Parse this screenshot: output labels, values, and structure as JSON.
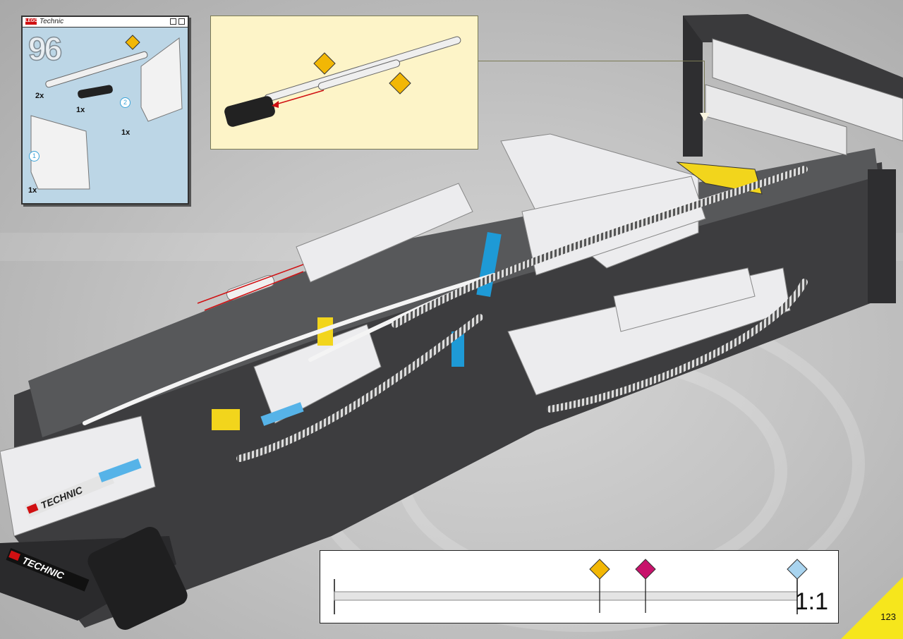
{
  "step_panel": {
    "window_title": "Technic",
    "logo": "LEGO",
    "step_number": "96",
    "parts": [
      {
        "qty": "2x",
        "icon": "axle-icon"
      },
      {
        "qty": "1x",
        "icon": "connector-icon"
      },
      {
        "qty": "1x",
        "icon": "panel-right-icon"
      },
      {
        "qty": "1x",
        "icon": "panel-left-icon"
      }
    ],
    "callouts": [
      "1",
      "2"
    ]
  },
  "detail_inset": {
    "markers": [
      "yellow-diamond-icon",
      "yellow-diamond-icon"
    ]
  },
  "model": {
    "decals": [
      "TECHNIC",
      "TECHNIC"
    ]
  },
  "scale_bar": {
    "label": "1:1",
    "markers": [
      {
        "icon": "yellow-diamond-icon",
        "color": "#f2b705"
      },
      {
        "icon": "magenta-diamond-icon",
        "color": "#c8126b"
      },
      {
        "icon": "lightblue-diamond-icon",
        "color": "#a9d4ef"
      }
    ]
  },
  "page_number": "123",
  "colors": {
    "accent_yellow": "#f6e61c",
    "part_yellow": "#f2b705",
    "technic_blue": "#1e9ad6",
    "inset_bg": "#fdf4c8",
    "panel_bg": "#bcd6e6"
  }
}
